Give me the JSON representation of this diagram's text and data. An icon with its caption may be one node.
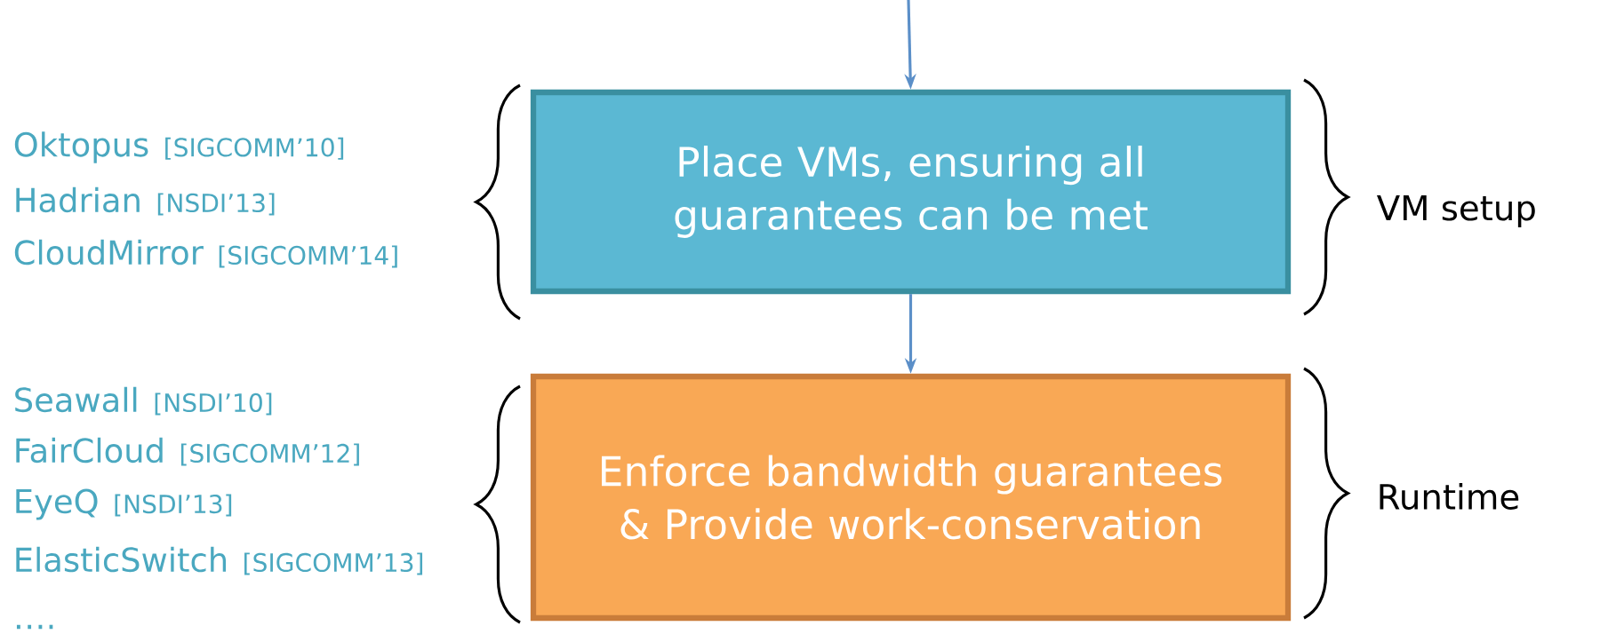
{
  "diagram": {
    "nodes": [
      {
        "text": [
          "Place VMs, ensuring all guarantees can be met"
        ]
      },
      {
        "text": [
          "Enforce bandwidth guarantees & Provide work-conservation"
        ]
      }
    ],
    "edges": [
      {
        "from": null,
        "to": 0,
        "arrow": "to"
      },
      {
        "from": 0,
        "to": 1,
        "arrow": "to"
      }
    ],
    "labels": [
      "Oktopus",
      "[SIGCOMM’10]",
      "Hadrian",
      "[NSDI’13]",
      "CloudMirror",
      "[SIGCOMM’14]",
      "VM setup",
      "Seawall",
      "[NSDI’10]",
      "FairCloud",
      "[SIGCOMM’12]",
      "EyeQ",
      "[NSDI’13]",
      "ElasticSwitch",
      "[SIGCOMM’13]",
      "Runtime",
      "…."
    ]
  }
}
